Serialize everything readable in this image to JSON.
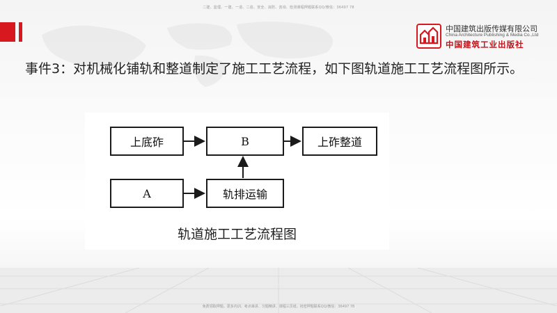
{
  "watermark_top": "二建、监理、一建、一造、二造、安全、消防、咨询、检测课程押题联系QQ/微信：36497 78",
  "watermark_bottom": "免费领取押题，更多内训、考点串讲、习题精讲、课程三页纸，抢密押题联系QQ/微信：36497 78",
  "publisher": {
    "name_cn": "中国建筑出版传媒有限公司",
    "name_en": "China Architecture Publishing & Media Co.,Ltd",
    "name_calligraphy": "中国建筑工业出版社"
  },
  "event_text": "事件3：对机械化铺轨和整道制定了施工工艺流程，如下图轨道施工工艺流程图所示。",
  "diagram": {
    "boxes": {
      "top_left": "上底砟",
      "top_middle": "B",
      "top_right": "上砟整道",
      "bottom_left": "A",
      "bottom_middle": "轨排运输"
    },
    "caption": "轨道施工工艺流程图"
  },
  "colors": {
    "accent_red": "#d7191f",
    "text": "#222222",
    "box_border": "#1a1a1a"
  }
}
